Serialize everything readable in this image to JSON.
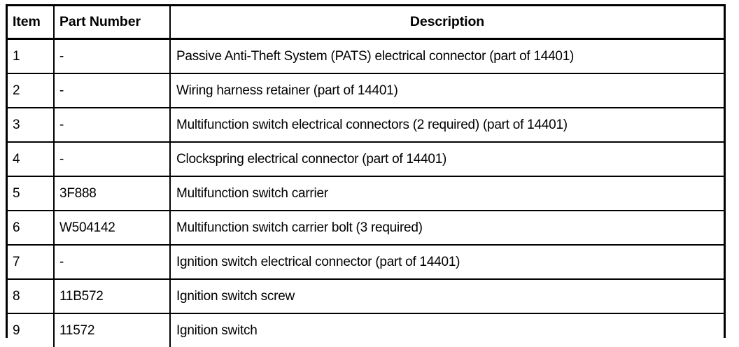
{
  "table": {
    "headers": {
      "item": "Item",
      "part_number": "Part Number",
      "description": "Description"
    },
    "rows": [
      {
        "item": "1",
        "part_number": "-",
        "description": "Passive Anti-Theft System (PATS) electrical connector (part of 14401)"
      },
      {
        "item": "2",
        "part_number": "-",
        "description": "Wiring harness retainer (part of 14401)"
      },
      {
        "item": "3",
        "part_number": "-",
        "description": "Multifunction switch electrical connectors (2 required) (part of 14401)"
      },
      {
        "item": "4",
        "part_number": "-",
        "description": "Clockspring electrical connector (part of 14401)"
      },
      {
        "item": "5",
        "part_number": "3F888",
        "description": "Multifunction switch carrier"
      },
      {
        "item": "6",
        "part_number": "W504142",
        "description": "Multifunction switch carrier bolt (3 required)"
      },
      {
        "item": "7",
        "part_number": "-",
        "description": "Ignition switch electrical connector (part of 14401)"
      },
      {
        "item": "8",
        "part_number": "11B572",
        "description": "Ignition switch screw"
      },
      {
        "item": "9",
        "part_number": "11572",
        "description": "Ignition switch"
      }
    ]
  },
  "colors": {
    "border": "#000000",
    "text": "#000000",
    "background": "#ffffff"
  }
}
